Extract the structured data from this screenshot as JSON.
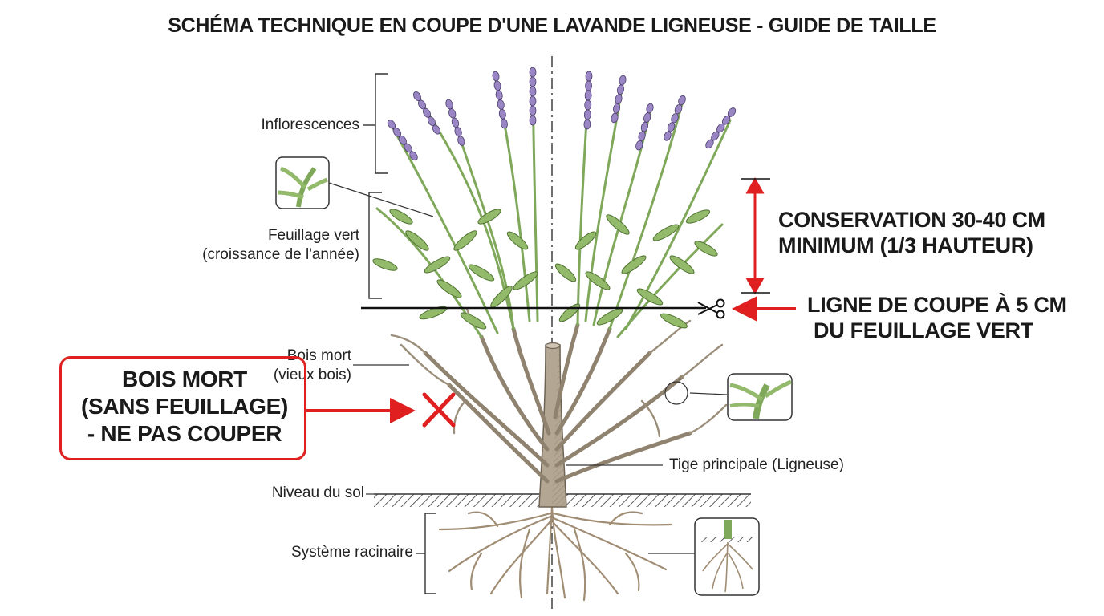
{
  "title": "SCHÉMA TECHNIQUE EN COUPE D'UNE LAVANDE LIGNEUSE - GUIDE DE TAILLE",
  "labels": {
    "inflorescences": "Inflorescences",
    "feuillage_line1": "Feuillage vert",
    "feuillage_line2": "(croissance de l'année)",
    "bois_mort_line1": "Bois mort",
    "bois_mort_line2": "(vieux bois)",
    "tige": "Tige principale (Ligneuse)",
    "sol": "Niveau du sol",
    "racines": "Système racinaire"
  },
  "conservation": {
    "line1": "CONSERVATION 30-40 CM",
    "line2": "MINIMUM (1/3 HAUTEUR)"
  },
  "cut_line": {
    "line1": "LIGNE DE COUPE À 5 CM",
    "line2": "DU FEUILLAGE VERT"
  },
  "warning": {
    "line1": "BOIS MORT",
    "line2": "(SANS FEUILLAGE)",
    "line3": "- NE PAS COUPER"
  },
  "colors": {
    "accent_red": "#e02020",
    "foliage": "#7fa85a",
    "flower": "#9a86c4",
    "wood": "#a89a88",
    "soil_hatch": "#333333"
  },
  "icons": [
    "scissors-icon",
    "cross-mark-icon"
  ]
}
